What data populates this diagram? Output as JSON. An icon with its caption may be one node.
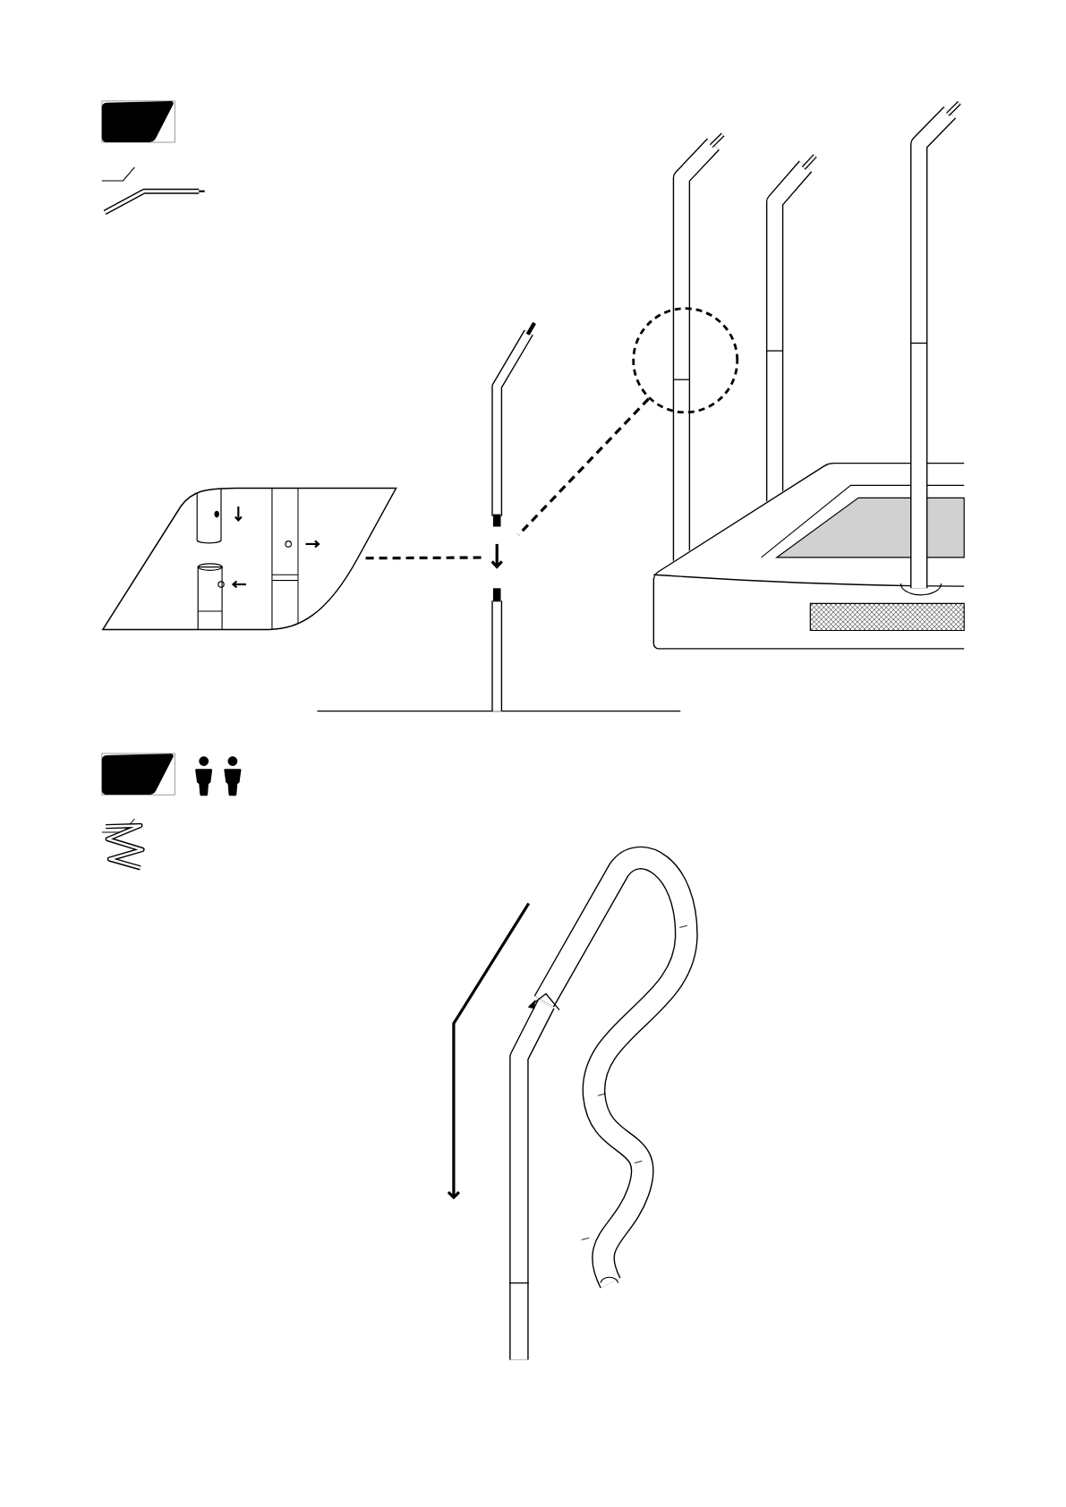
{
  "diagram": {
    "nodes": [
      {
        "text": [],
        "shape": "box"
      },
      {
        "text": [],
        "shape": "picture"
      },
      {
        "text": [],
        "shape": "circle"
      },
      {
        "text": [],
        "shape": "picture"
      },
      {
        "text": [],
        "shape": "box"
      }
    ],
    "edges": [
      {
        "from": 1,
        "to": 3,
        "arrow": "none",
        "style": "dashed"
      },
      {
        "from": 2,
        "to": 3,
        "arrow": "none",
        "style": "dashed"
      }
    ]
  }
}
